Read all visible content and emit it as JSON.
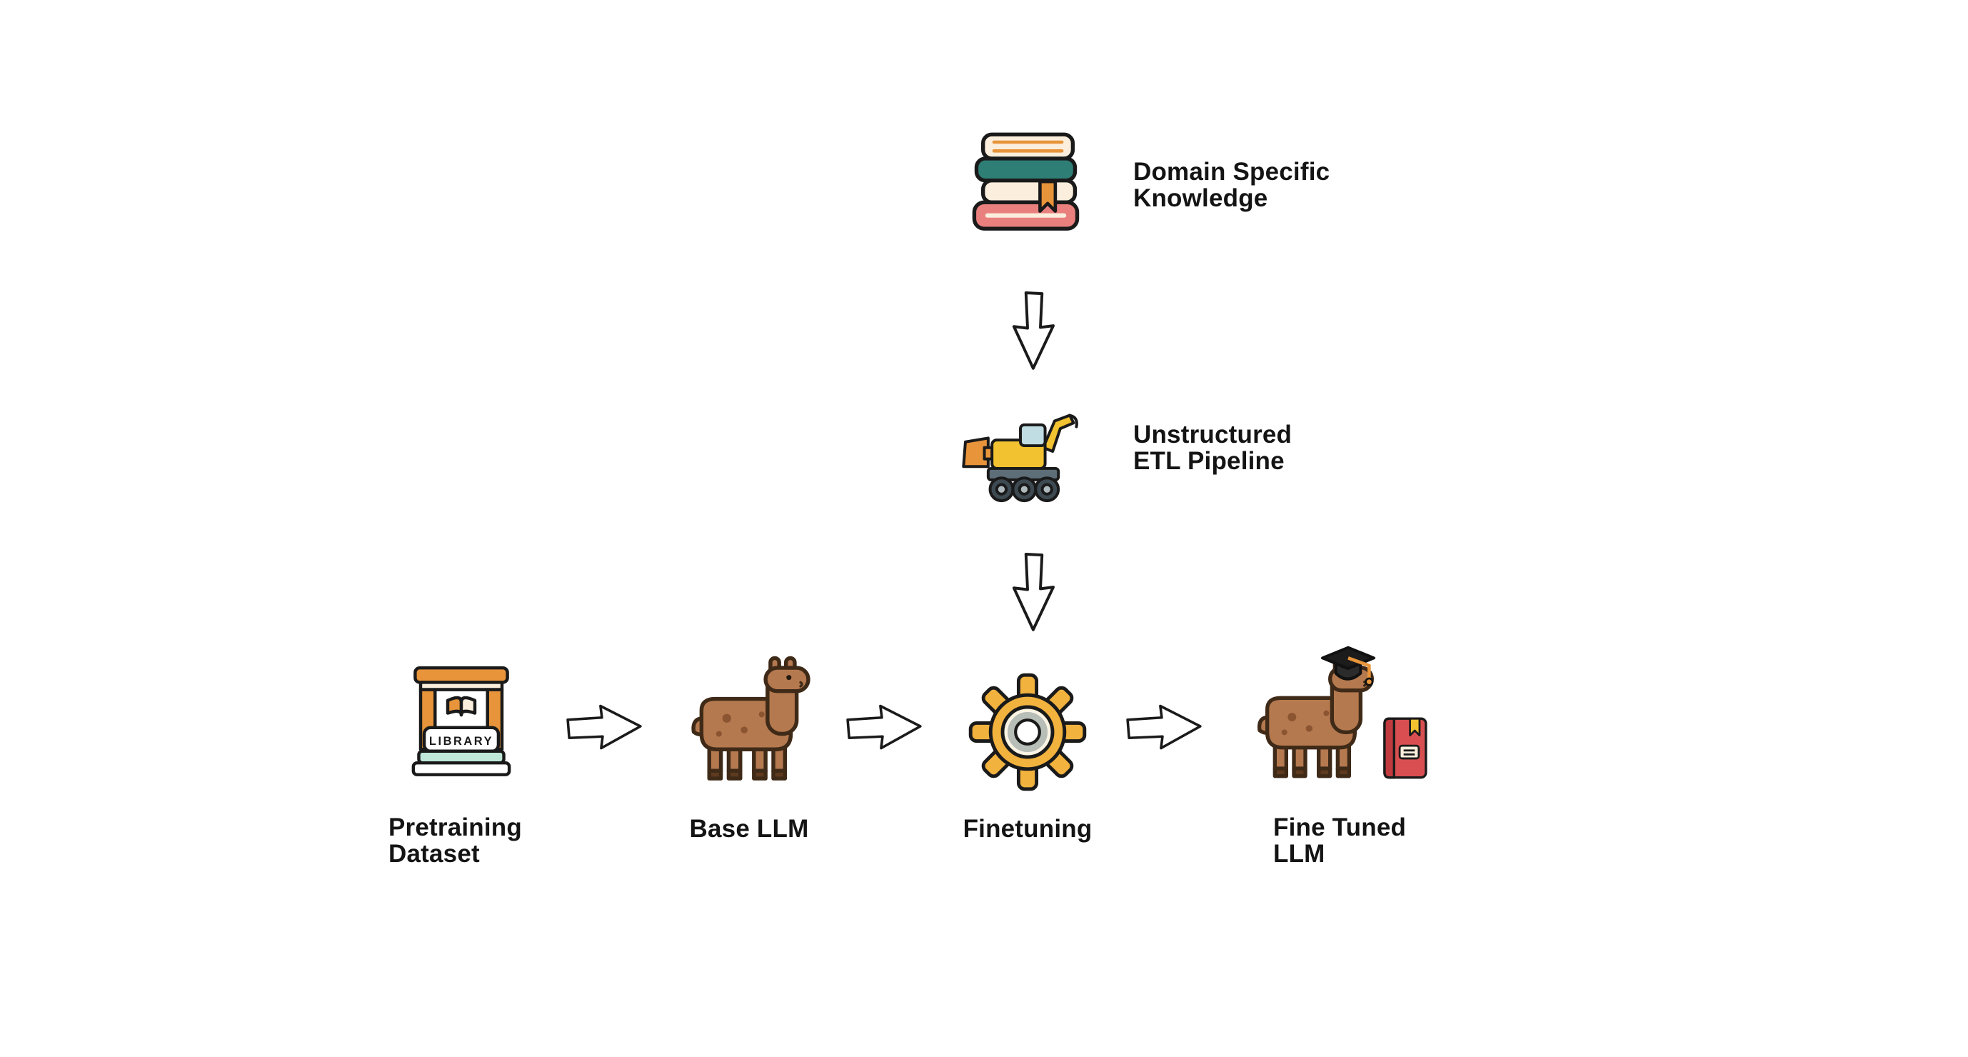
{
  "diagram": {
    "background": "#ffffff",
    "nodes": {
      "domain_specific_knowledge": {
        "label_lines": [
          "Domain Specific",
          "Knowledge"
        ],
        "icon": "books-stack-icon"
      },
      "unstructured_etl_pipeline": {
        "label_lines": [
          "Unstructured",
          "ETL Pipeline"
        ],
        "icon": "loader-truck-icon"
      },
      "pretraining_dataset": {
        "label_lines": [
          "Pretraining",
          "Dataset"
        ],
        "icon": "library-building-icon",
        "sign_text": "LIBRARY"
      },
      "base_llm": {
        "label_lines": [
          "Base LLM"
        ],
        "icon": "llama-icon"
      },
      "finetuning": {
        "label_lines": [
          "Finetuning"
        ],
        "icon": "gear-icon"
      },
      "fine_tuned_llm": {
        "label_lines": [
          "Fine Tuned",
          "LLM"
        ],
        "icon": "graduate-llama-with-book-icon"
      }
    },
    "edges": [
      {
        "from": "domain_specific_knowledge",
        "to": "unstructured_etl_pipeline",
        "direction": "down"
      },
      {
        "from": "unstructured_etl_pipeline",
        "to": "finetuning",
        "direction": "down"
      },
      {
        "from": "pretraining_dataset",
        "to": "base_llm",
        "direction": "right"
      },
      {
        "from": "base_llm",
        "to": "finetuning",
        "direction": "right"
      },
      {
        "from": "finetuning",
        "to": "fine_tuned_llm",
        "direction": "right"
      }
    ],
    "colors": {
      "outline": "#1a1a1a",
      "label_text": "#141414",
      "book_cream": "#FBEEDD",
      "book_teal": "#2F7E76",
      "book_pink": "#E9807E",
      "accent_orange": "#E8943A",
      "truck_yellow": "#F2C230",
      "gear_orange": "#F2B23E",
      "llama_brown": "#B5794F",
      "llama_spot_brown": "#8C5531",
      "mint_green": "#BFE8D9",
      "red_book": "#D94F51",
      "arrow_fill": "#ffffff"
    }
  }
}
